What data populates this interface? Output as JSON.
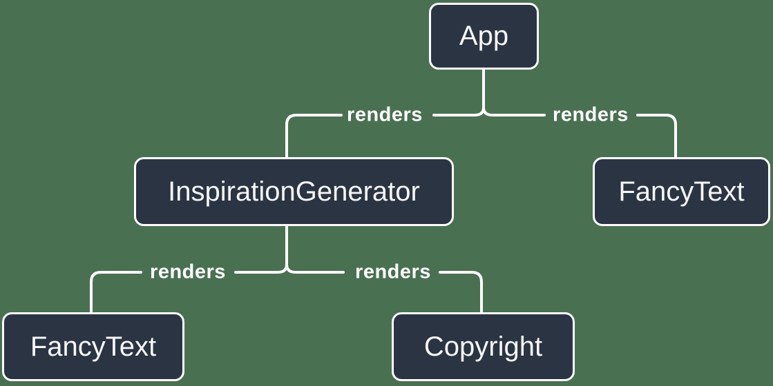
{
  "colors": {
    "background": "#4A7052",
    "node_fill": "#2B3442",
    "node_border": "#FFFFFF",
    "node_text": "#F6F7F9",
    "line": "#FFFFFF",
    "edge_label_text": "#FFFFFF"
  },
  "diagram": {
    "type": "component-render-tree",
    "nodes": [
      {
        "id": "app",
        "label": "App"
      },
      {
        "id": "inspiration-generator",
        "label": "InspirationGenerator"
      },
      {
        "id": "fancy-text-top",
        "label": "FancyText"
      },
      {
        "id": "fancy-text-bottom",
        "label": "FancyText"
      },
      {
        "id": "copyright",
        "label": "Copyright"
      }
    ],
    "edges": [
      {
        "from": "app",
        "to": "inspiration-generator",
        "label": "renders"
      },
      {
        "from": "app",
        "to": "fancy-text-top",
        "label": "renders"
      },
      {
        "from": "inspiration-generator",
        "to": "fancy-text-bottom",
        "label": "renders"
      },
      {
        "from": "inspiration-generator",
        "to": "copyright",
        "label": "renders"
      }
    ]
  }
}
